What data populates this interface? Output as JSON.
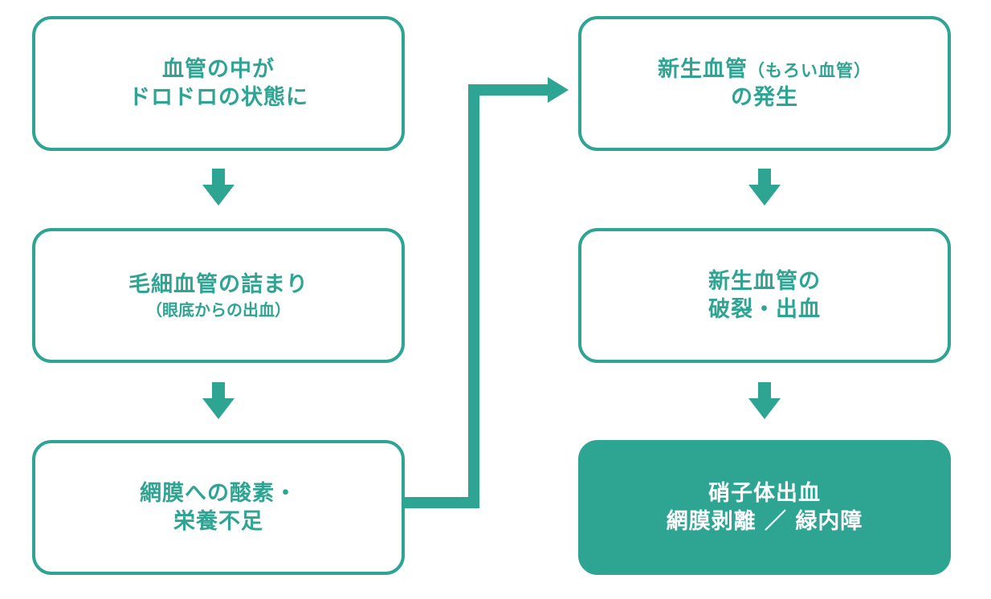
{
  "colors": {
    "accent": "#2ea493",
    "background": "#ffffff"
  },
  "left_column": [
    {
      "id": "box1",
      "lines": [
        "血管の中が",
        "ドロドロの状態に"
      ]
    },
    {
      "id": "box2",
      "lines": [
        "毛細血管の詰まり",
        "（眼底からの出血）"
      ]
    },
    {
      "id": "box3",
      "lines": [
        "網膜への酸素・",
        "栄養不足"
      ]
    }
  ],
  "right_column": [
    {
      "id": "box4",
      "line1_main": "新生血管",
      "line1_note": "（もろい血管）",
      "line2": "の発生"
    },
    {
      "id": "box5",
      "lines": [
        "新生血管の",
        "破裂・出血"
      ]
    },
    {
      "id": "box6",
      "lines": [
        "硝子体出血",
        "網膜剥離 ／ 緑内障"
      ]
    }
  ]
}
